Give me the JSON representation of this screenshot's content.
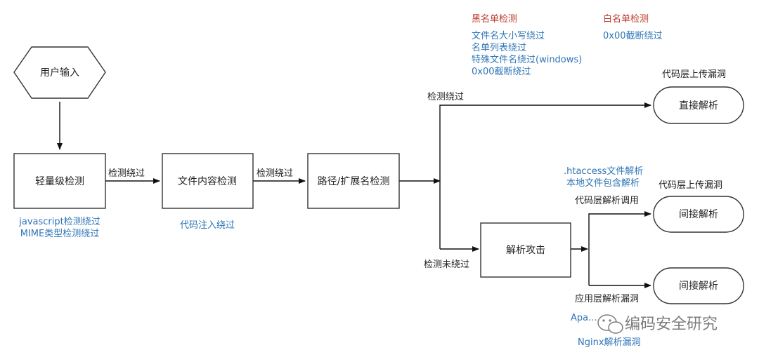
{
  "colors": {
    "blue": "#2e75b6",
    "red": "#c0392b",
    "line": "#111111"
  },
  "nodes": {
    "user_input": "用户输入",
    "light_check": "轻量级检测",
    "content_check": "文件内容检测",
    "path_check": "路径/扩展名检测",
    "parse_attack": "解析攻击",
    "direct_parse": "直接解析",
    "indirect_parse_1": "间接解析",
    "indirect_parse_2": "间接解析"
  },
  "edges": {
    "bypass_1": "检测绕过",
    "bypass_2": "检测绕过",
    "bypass_top": "检测绕过",
    "not_bypassed": "检测未绕过",
    "code_upload_vuln_1": "代码层上传漏洞",
    "code_upload_vuln_2": "代码层上传漏洞",
    "code_parse_call": "代码层解析调用",
    "app_parse_vuln": "应用层解析漏洞"
  },
  "notes": {
    "light_methods": [
      "javascript检测绕过",
      "MIME类型检测绕过"
    ],
    "content_method": "代码注入绕过",
    "blacklist_title": "黑名单检测",
    "blacklist_items": [
      "文件名大小写绕过",
      "名单列表绕过",
      "特殊文件名绕过(windows)",
      "0x00截断绕过"
    ],
    "whitelist_title": "白名单检测",
    "whitelist_items": [
      "0x00截断绕过"
    ],
    "code_parse_items": [
      ".htaccess文件解析",
      "本地文件包含解析"
    ],
    "app_parse_items": [
      "Apa...",
      "Nginx解析漏洞"
    ]
  },
  "watermark": "编码安全研究",
  "icons": {
    "watermark_icon": "wechat-icon"
  }
}
